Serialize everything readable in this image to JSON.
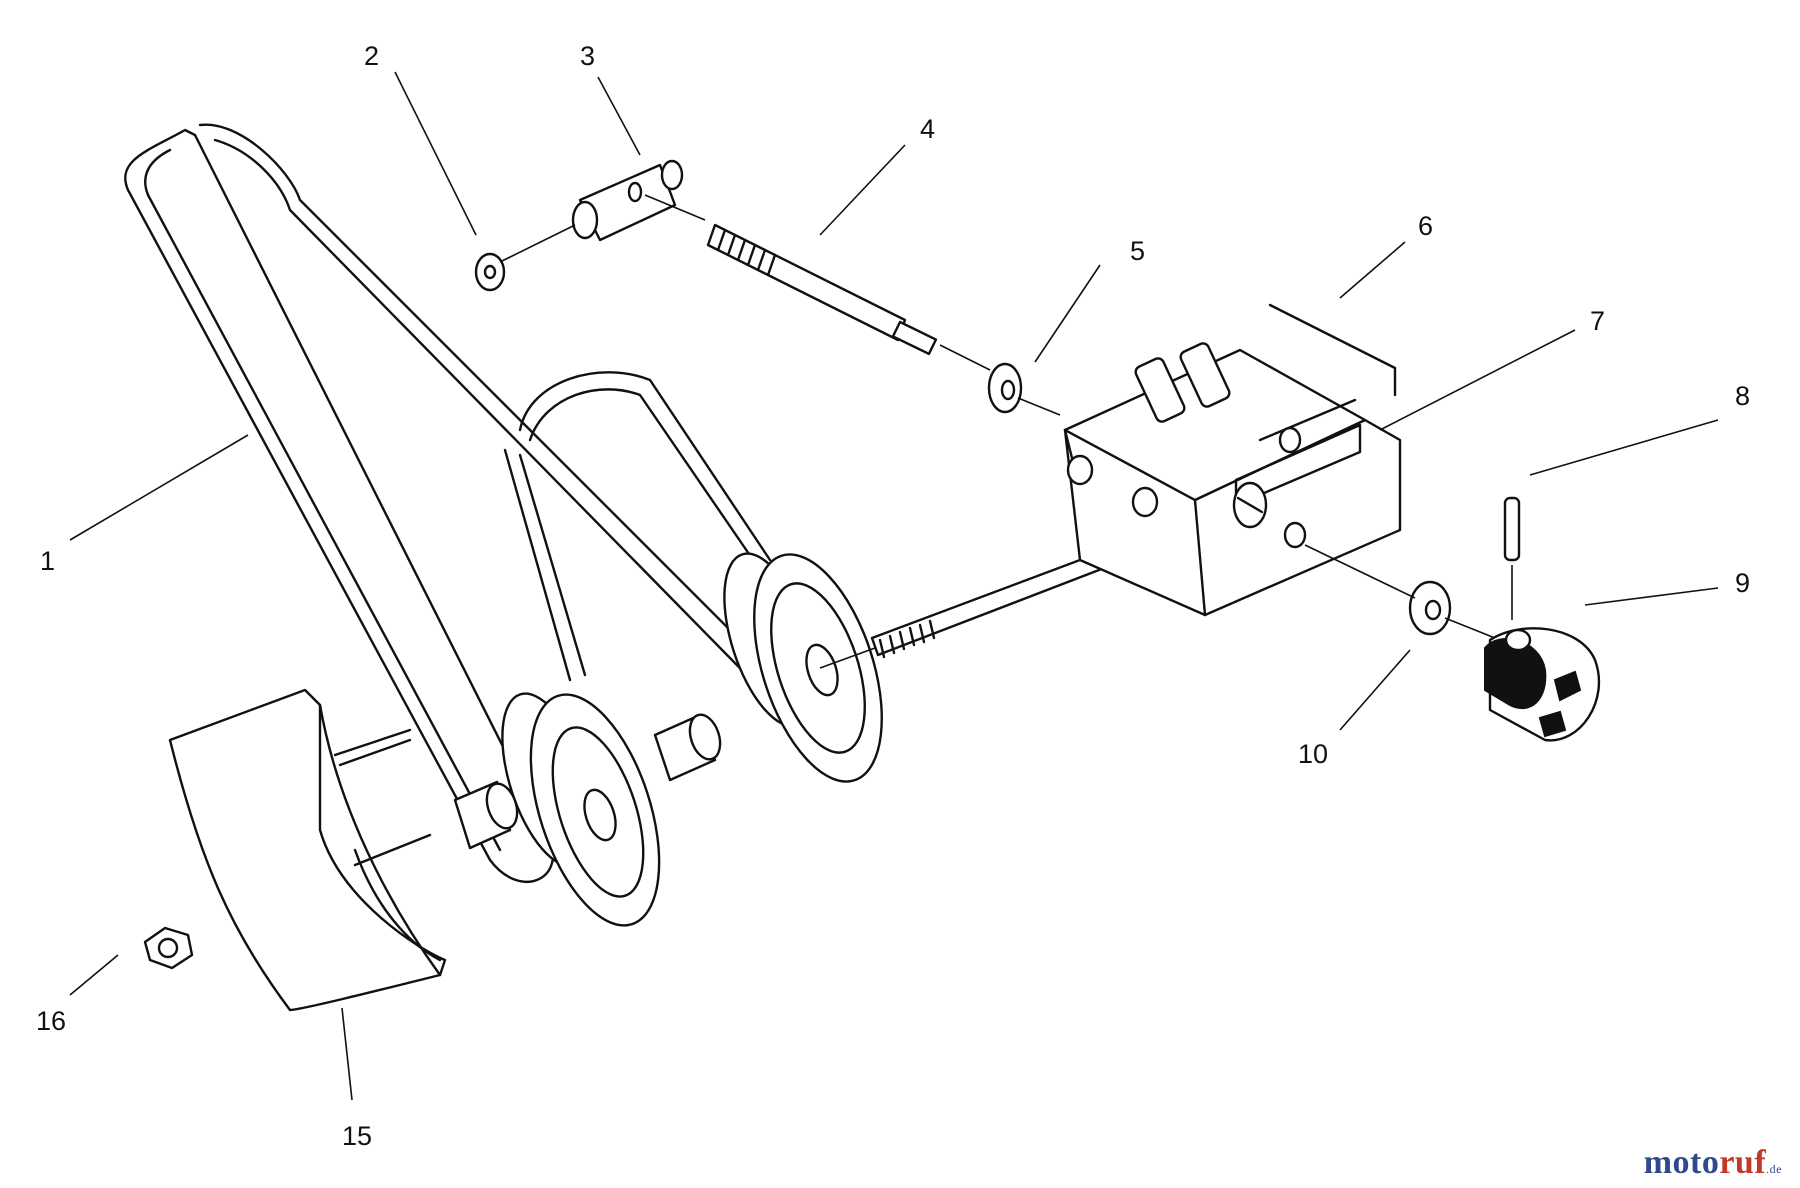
{
  "callouts": [
    "1",
    "2",
    "3",
    "4",
    "5",
    "6",
    "7",
    "8",
    "9",
    "10",
    "15",
    "16"
  ],
  "watermark": {
    "text_main": "moto",
    "text_accent": "ruf",
    "text_tld": ".de",
    "colors": {
      "main": "#2f4a8a",
      "accent": "#c0392b"
    }
  }
}
